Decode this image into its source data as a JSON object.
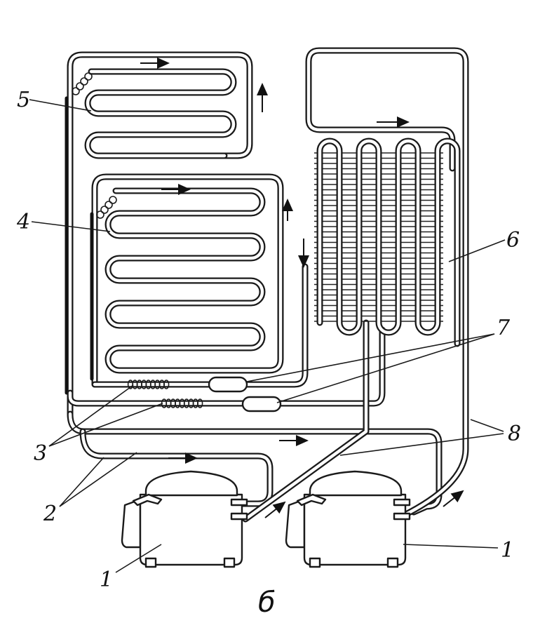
{
  "labels": {
    "compressor": "1",
    "pipe_2": "2",
    "coil_3": "3",
    "evaporator_4": "4",
    "evaporator_5": "5",
    "condenser": "6",
    "filter": "7",
    "pipe_8": "8"
  },
  "caption": "б"
}
